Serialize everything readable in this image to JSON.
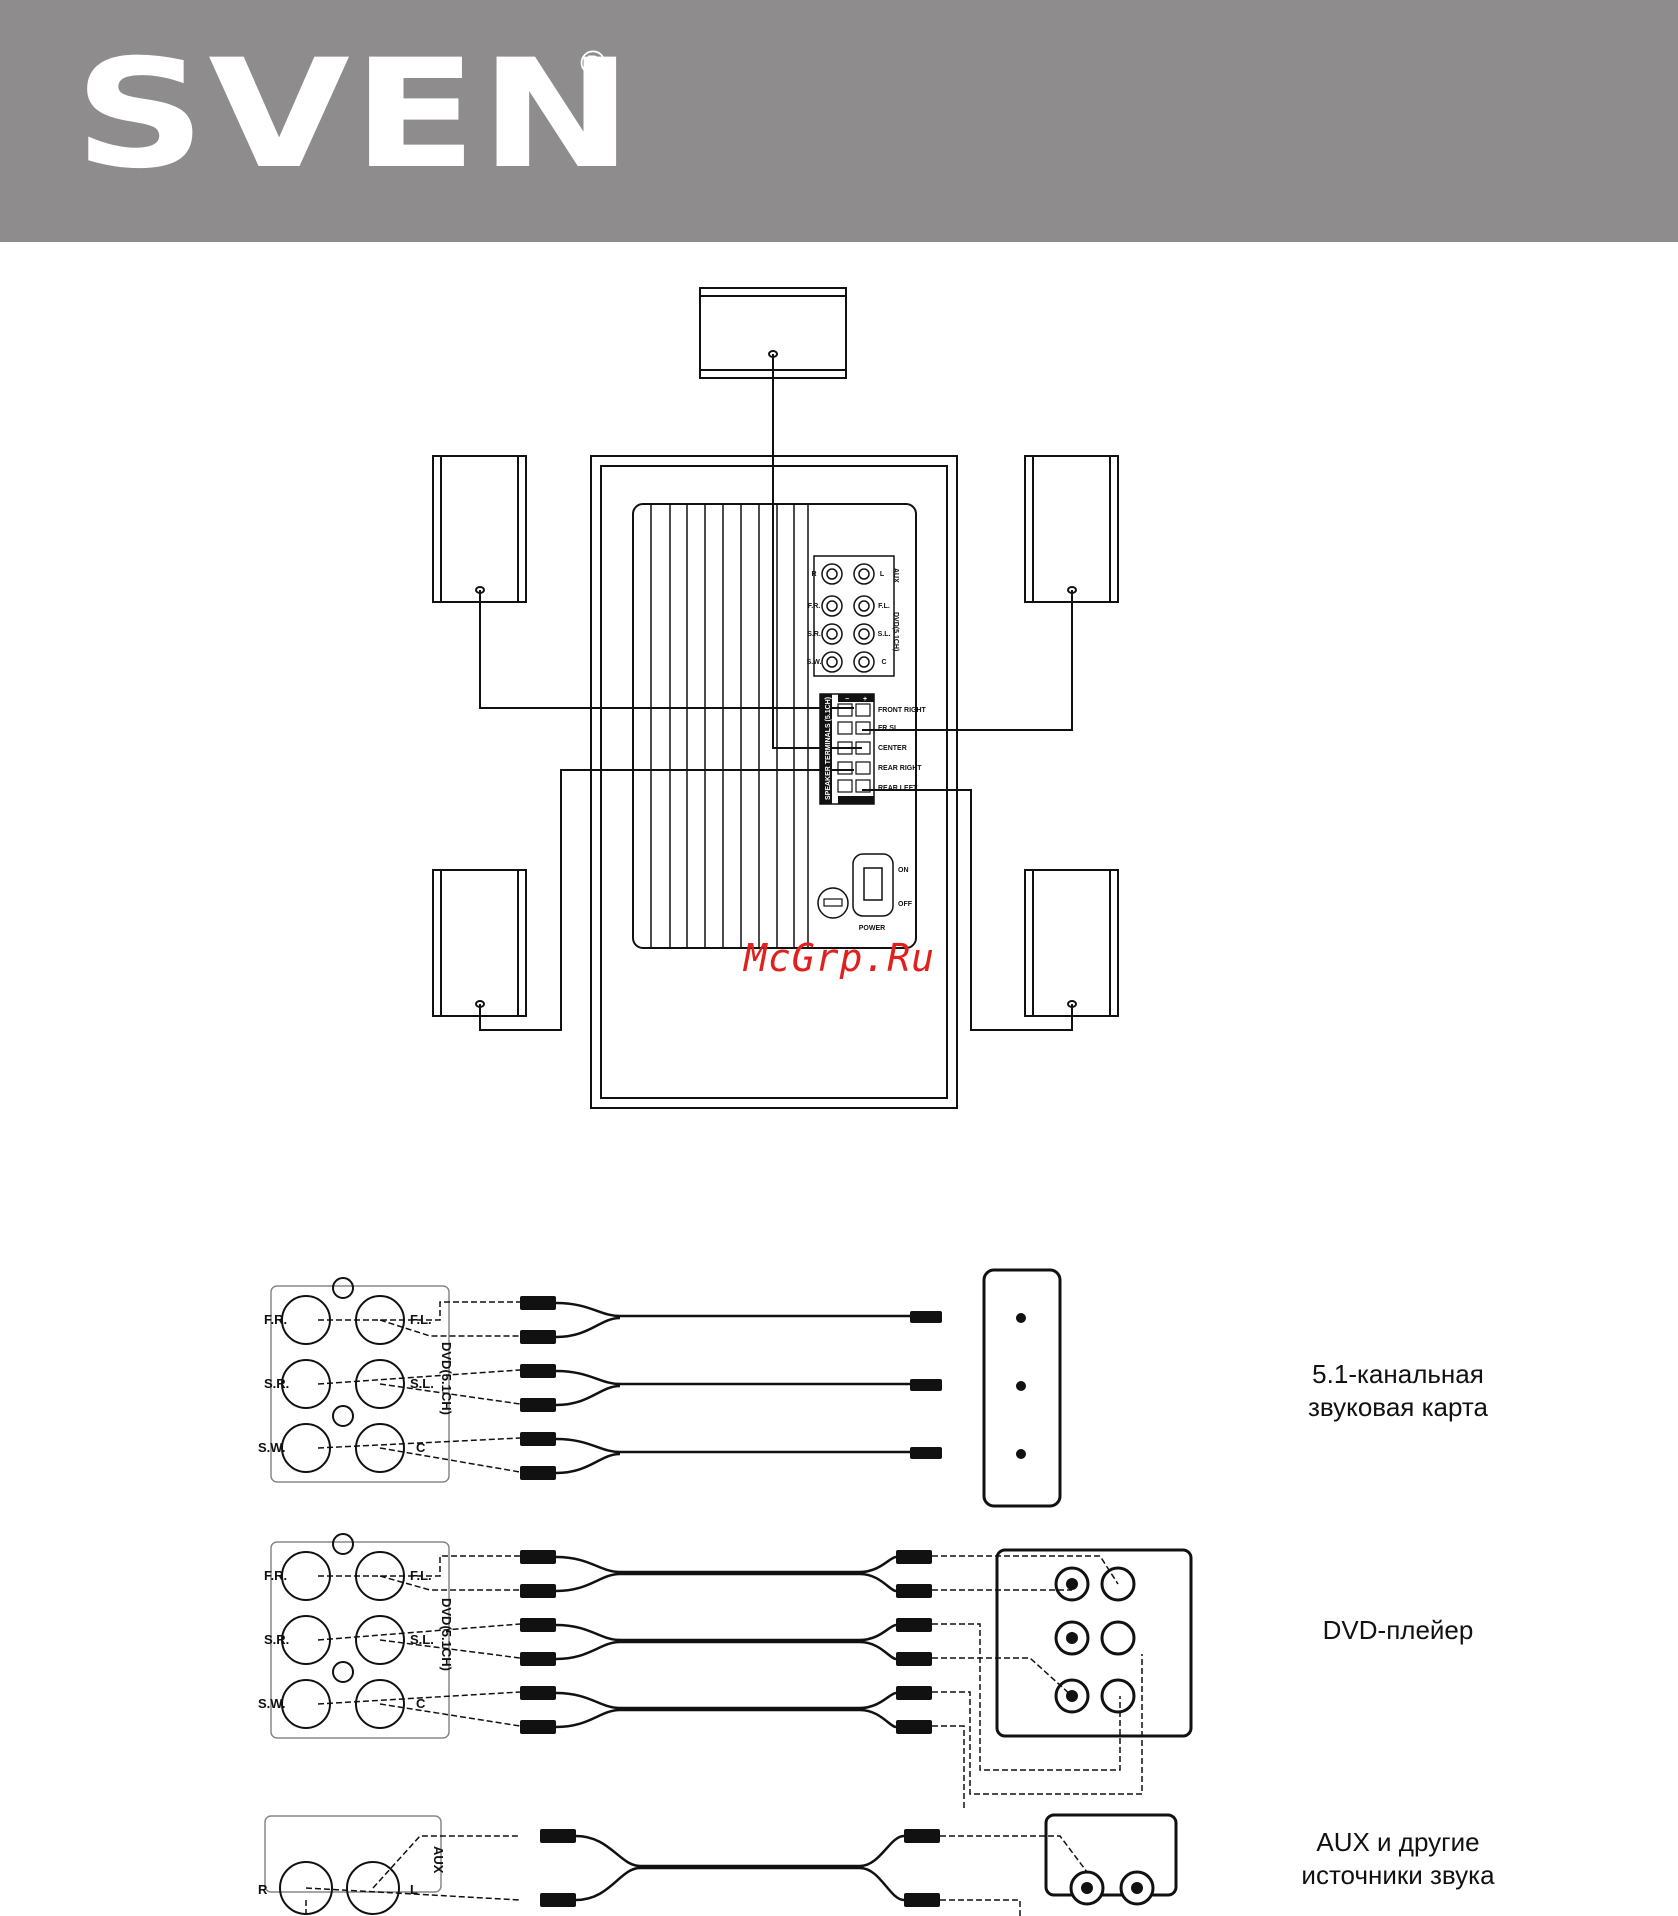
{
  "header": {
    "brand": "SVEN",
    "registered_mark": "®"
  },
  "watermark": "McGrp.Ru",
  "panel": {
    "aux_label": "AUX",
    "dvd_label": "DVD(5.1CH)",
    "jack_labels": [
      "R",
      "L",
      "F.R.",
      "F.L.",
      "S.R.",
      "S.L.",
      "S.W.",
      "C"
    ],
    "terminals_label": "SPEAKER TERMINALS (5.1CH)",
    "terminal_labels": [
      "FRONT RIGHT",
      "FR SL",
      "CENTER",
      "REAR RIGHT",
      "REAR LEFT"
    ],
    "polarity": [
      "−",
      "+"
    ],
    "switch_labels": [
      "ON",
      "OFF"
    ],
    "power_label": "POWER"
  },
  "connections": [
    {
      "source_label": "5.1-канальная\nзвуковая карта",
      "line1": "5.1-канальная",
      "line2": "звуковая карта",
      "jack_labels": [
        "F.R.",
        "F.L.",
        "S.R.",
        "S.L.",
        "S.W.",
        "C"
      ],
      "panel_label": "DVD(5.1CH)"
    },
    {
      "source_label": "DVD-плейер",
      "line1": "DVD-плейер",
      "jack_labels": [
        "F.R.",
        "F.L.",
        "S.R.",
        "S.L.",
        "S.W.",
        "C"
      ],
      "panel_label": "DVD(5.1CH)"
    },
    {
      "source_label": "AUX и другие\nисточники звука",
      "line1": "AUX и другие",
      "line2": "источники звука",
      "jack_labels": [
        "R",
        "L"
      ],
      "panel_label": "AUX"
    }
  ]
}
